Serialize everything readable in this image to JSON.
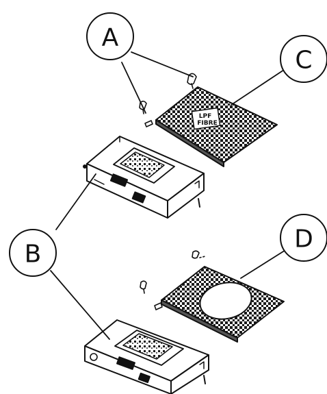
{
  "callouts": {
    "a": "A",
    "b": "B",
    "c": "C",
    "d": "D"
  },
  "card_label": {
    "line1": "LPF",
    "line2": "FIBRE"
  },
  "colors": {
    "ink": "#111111",
    "paper": "#ffffff",
    "halftone": "#1a1a1a"
  }
}
